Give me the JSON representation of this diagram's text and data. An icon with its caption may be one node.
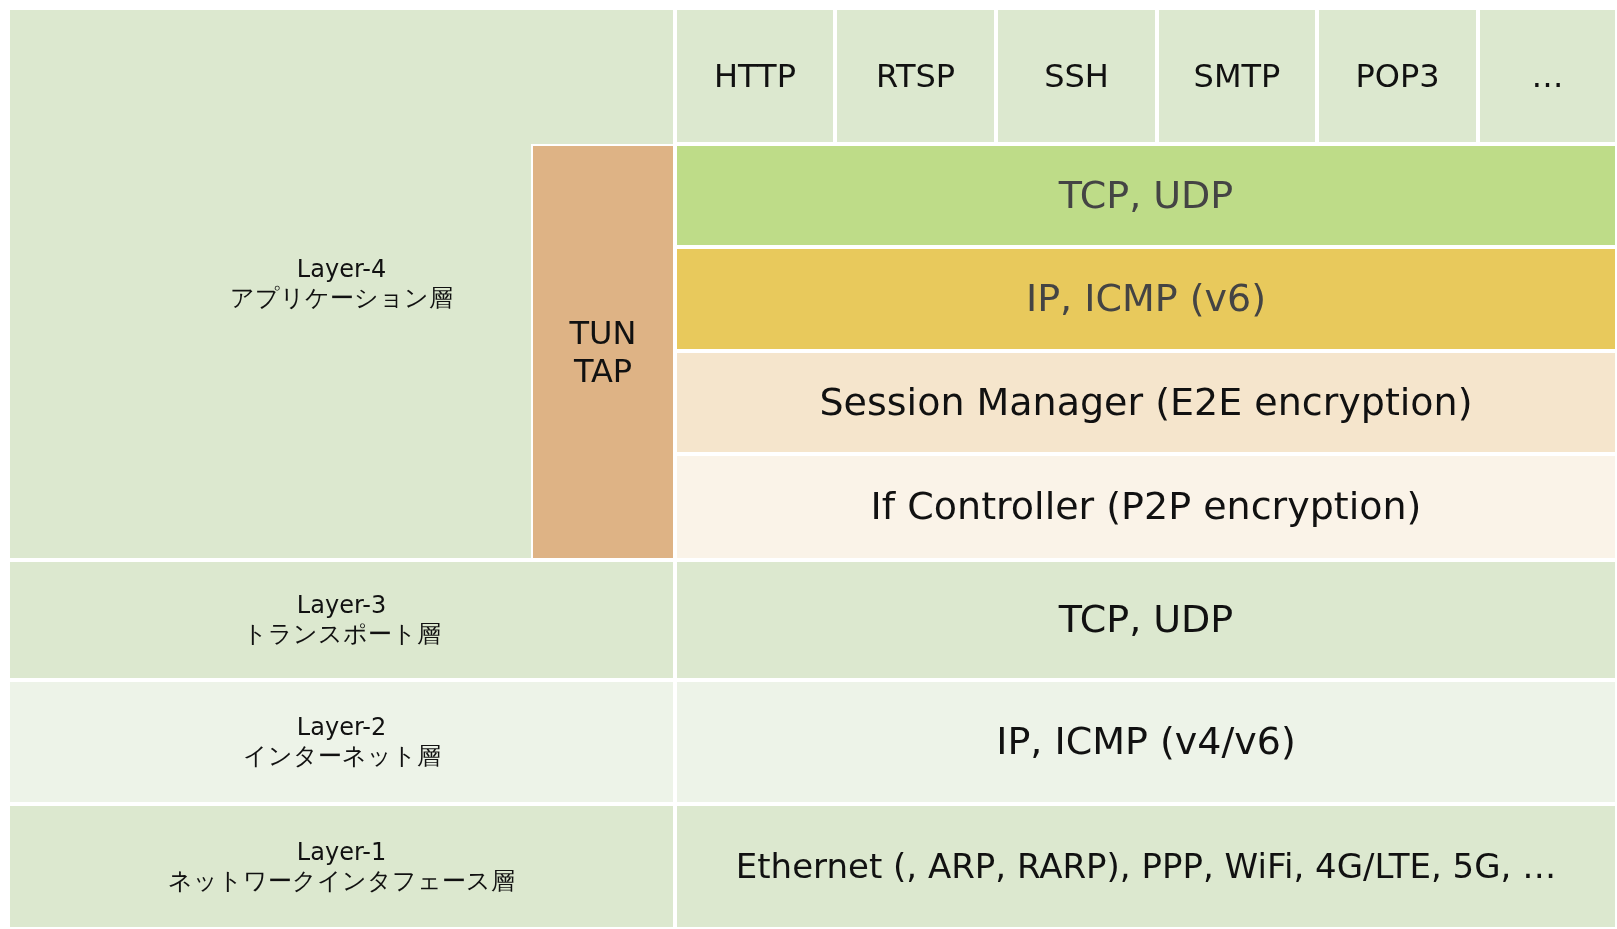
{
  "diagram": {
    "nodes": [
      {
        "text": [
          "Layer-4",
          "アプリケーション層"
        ]
      },
      {
        "text": [
          "HTTP"
        ]
      },
      {
        "text": [
          "RTSP"
        ]
      },
      {
        "text": [
          "SSH"
        ]
      },
      {
        "text": [
          "SMTP"
        ]
      },
      {
        "text": [
          "POP3"
        ]
      },
      {
        "text": [
          "…"
        ]
      },
      {
        "text": [
          "TUN TAP"
        ],
        "in": 0
      },
      {
        "text": [
          "TCP, UDP"
        ]
      },
      {
        "text": [
          "IP, ICMP (v6)"
        ]
      },
      {
        "text": [
          "Session Manager (E2E encryption)"
        ]
      },
      {
        "text": [
          "If Controller (P2P encryption)"
        ]
      },
      {
        "text": [
          "Layer-3",
          "トランスポート層"
        ]
      },
      {
        "text": [
          "TCP, UDP"
        ]
      },
      {
        "text": [
          "Layer-2",
          "インターネット層"
        ]
      },
      {
        "text": [
          "IP, ICMP (v4/v6)"
        ]
      },
      {
        "text": [
          "Layer-1",
          "ネットワークインタフェース層"
        ]
      },
      {
        "text": [
          "Ethernet (, ARP, RARP), PPP, WiFi, 4G/LTE, 5G, …"
        ]
      }
    ]
  }
}
